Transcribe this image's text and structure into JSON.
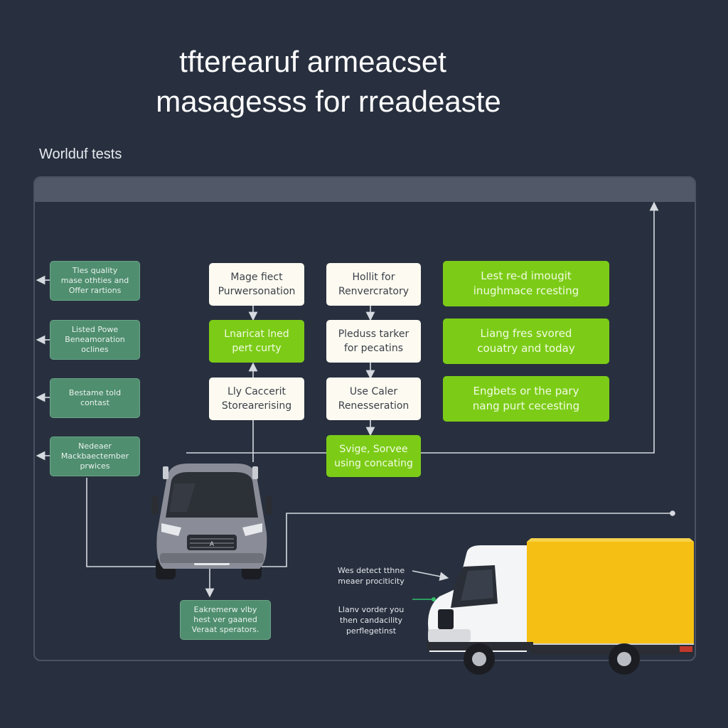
{
  "header": {
    "title_line1": "tfterearuf armeacset",
    "title_line2": "masagesss for rreadeaste",
    "subtitle": "Worlduf tests"
  },
  "left_boxes": [
    "Tles quality\nmase othties and\nOffer rartions",
    "Listed Powe\nBeneamoration\noclines",
    "Bestame told\ncontast",
    "Nedeaer\nMackbaectember\nprwices"
  ],
  "column_a": [
    "Mage fiect\nPurwersonation",
    "Lnaricat lned\npert curty",
    "Lly Caccerit\nStorearerising"
  ],
  "column_b": [
    "Hollit for\nRenvercratory",
    "Pleduss tarker\nfor pecatins",
    "Use Caler\nRenesseration"
  ],
  "merge_box": "Svige, Sorvee\nusing concating",
  "right_boxes": [
    "Lest re-d imougit\ninughmace rcesting",
    "Liang fres svored\ncouatry and today",
    "Engbets or the pary\nnang purt cecesting"
  ],
  "bottom_box": "Eakremerw vlby\nhest ver gaaned\nVeraat sperators.",
  "notes": {
    "note1": "Wes detect tthne\nmeaer prociticity",
    "note2": "Llanv vorder you\nthen candacility\nperflegetinst"
  },
  "colors": {
    "background": "#28303f",
    "lime": "#7ccc17",
    "green": "#4f8e6f",
    "cream": "#fdfbf1",
    "truck_cargo": "#f5c013",
    "van_body": "#8a8d97"
  },
  "icons": [
    "van-icon",
    "truck-icon",
    "arrow-icon"
  ]
}
